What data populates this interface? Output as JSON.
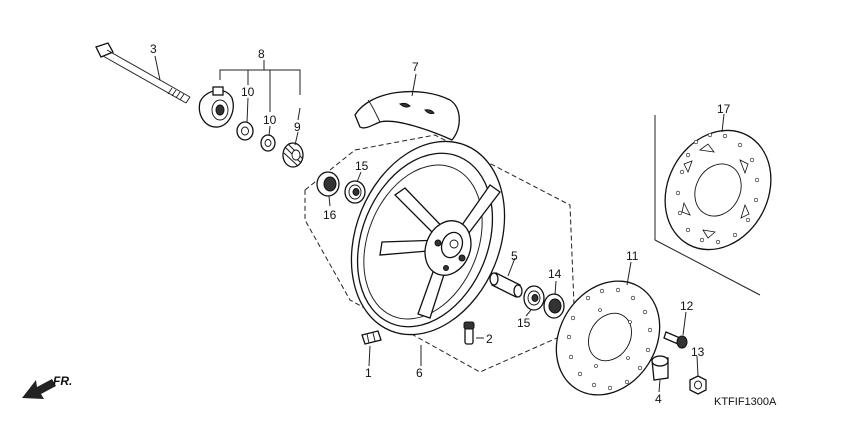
{
  "diagram": {
    "callouts": {
      "c1": "1",
      "c2": "2",
      "c3": "3",
      "c4": "4",
      "c5": "5",
      "c6": "6",
      "c7": "7",
      "c8": "8",
      "c9": "9",
      "c10a": "10",
      "c10b": "10",
      "c11": "11",
      "c12": "12",
      "c13": "13",
      "c14": "14",
      "c15a": "15",
      "c15b": "15",
      "c16": "16",
      "c17": "17"
    },
    "direction_label": "FR.",
    "diagram_code": "KTFIF1300A"
  }
}
